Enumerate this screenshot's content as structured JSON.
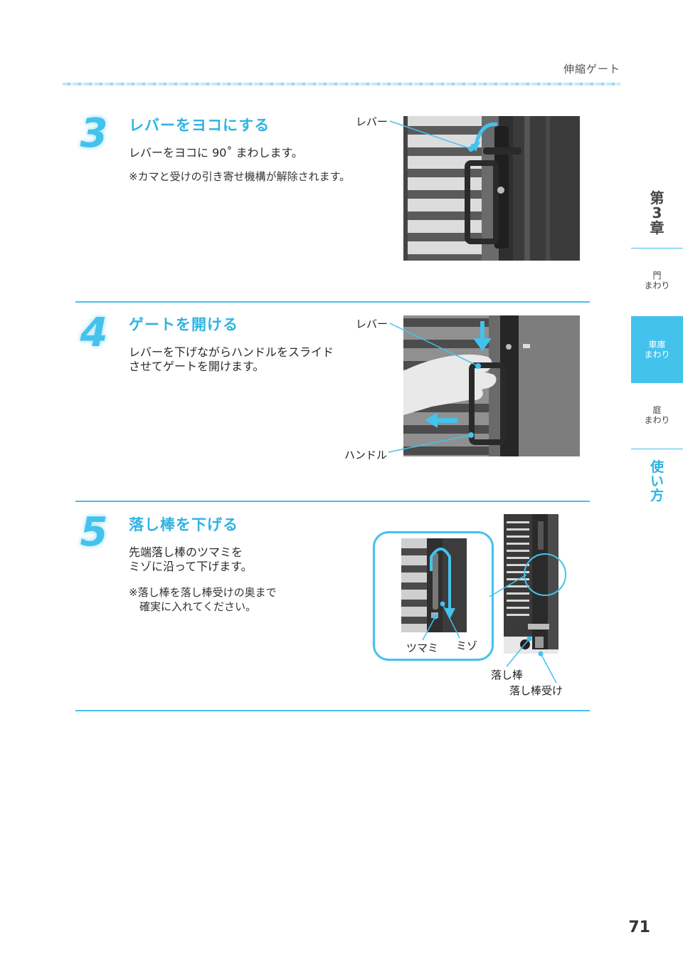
{
  "header": {
    "title": "伸縮ゲート"
  },
  "sidebar": {
    "chapter": {
      "prefix": "第",
      "number": "3",
      "suffix": "章"
    },
    "items": [
      {
        "label": "門\nまわり"
      },
      {
        "label": "車庫\nまわり"
      },
      {
        "label": "庭\nまわり"
      }
    ],
    "usage": {
      "char1": "使",
      "char2": "い",
      "char3": "方"
    }
  },
  "steps": [
    {
      "number": "3",
      "title": "レバーをヨコにする",
      "body": "レバーをヨコに 90˚ まわします。",
      "note": "※カマと受けの引き寄せ機構が解除されます。",
      "labels": {
        "lever": "レバー"
      }
    },
    {
      "number": "4",
      "title": "ゲートを開ける",
      "body": "レバーを下げながらハンドルをスライド\nさせてゲートを開けます。",
      "labels": {
        "lever": "レバー",
        "handle": "ハンドル"
      }
    },
    {
      "number": "5",
      "title": "落し棒を下げる",
      "body": "先端落し棒のツマミを\nミゾに沿って下げます。",
      "note": "※落し棒を落し棒受けの奥まで\n確実に入れてください。",
      "labels": {
        "knob": "ツマミ",
        "groove": "ミゾ",
        "drop_rod": "落し棒",
        "drop_rod_receiver": "落し棒受け"
      }
    }
  ],
  "page_number": "71",
  "colors": {
    "accent": "#43c2ec",
    "text": "#2a2a2a"
  }
}
